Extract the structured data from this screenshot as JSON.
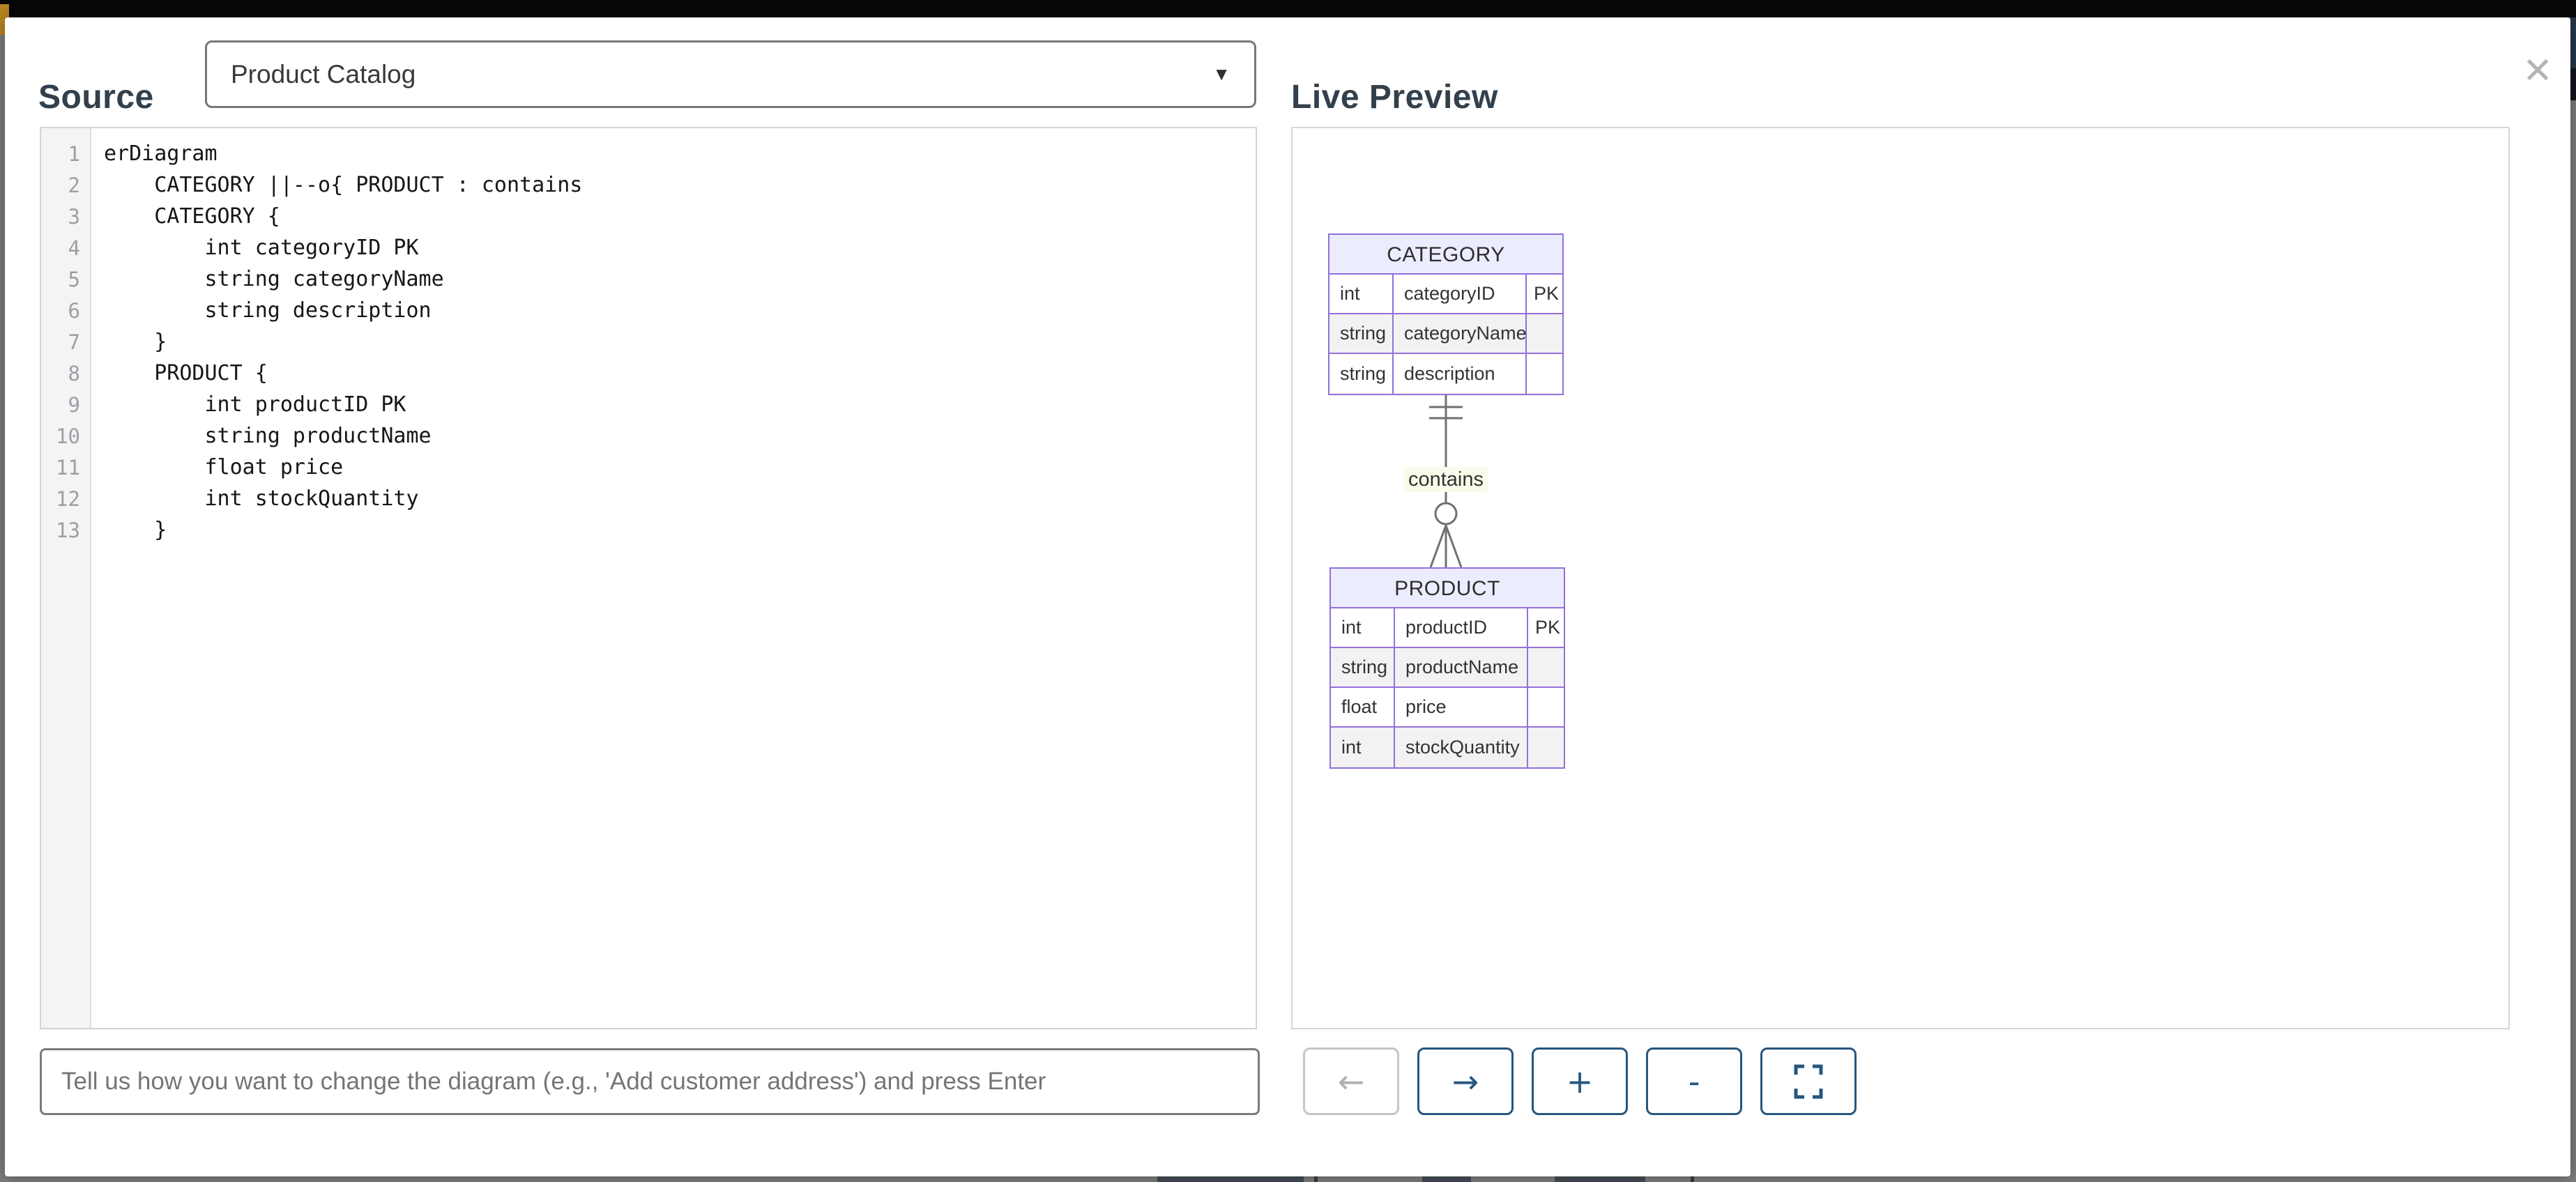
{
  "source": {
    "label": "Source",
    "dropdown_value": "Product Catalog",
    "dropdown_caret": "▼"
  },
  "editor": {
    "lines": [
      {
        "n": "1",
        "code": "erDiagram"
      },
      {
        "n": "2",
        "code": "    CATEGORY ||--o{ PRODUCT : contains"
      },
      {
        "n": "3",
        "code": "    CATEGORY {"
      },
      {
        "n": "4",
        "code": "        int categoryID PK"
      },
      {
        "n": "5",
        "code": "        string categoryName"
      },
      {
        "n": "6",
        "code": "        string description"
      },
      {
        "n": "7",
        "code": "    }"
      },
      {
        "n": "8",
        "code": "    PRODUCT {"
      },
      {
        "n": "9",
        "code": "        int productID PK"
      },
      {
        "n": "10",
        "code": "        string productName"
      },
      {
        "n": "11",
        "code": "        float price"
      },
      {
        "n": "12",
        "code": "        int stockQuantity"
      },
      {
        "n": "13",
        "code": "    }"
      }
    ]
  },
  "prompt": {
    "placeholder": "Tell us how you want to change the diagram (e.g., 'Add customer address') and press Enter"
  },
  "preview": {
    "title": "Live Preview",
    "close_glyph": "✕",
    "diagram": {
      "entities": [
        {
          "name": "CATEGORY",
          "rows": [
            [
              "int",
              "categoryID",
              "PK"
            ],
            [
              "string",
              "categoryName",
              ""
            ],
            [
              "string",
              "description",
              ""
            ]
          ]
        },
        {
          "name": "PRODUCT",
          "rows": [
            [
              "int",
              "productID",
              "PK"
            ],
            [
              "string",
              "productName",
              ""
            ],
            [
              "float",
              "price",
              ""
            ],
            [
              "int",
              "stockQuantity",
              ""
            ]
          ]
        }
      ],
      "relationship": {
        "from": "CATEGORY",
        "to": "PRODUCT",
        "label": "contains",
        "cardinality": "one to zero-or-many"
      }
    },
    "toolbar": [
      {
        "name": "undo",
        "icon": "←",
        "disabled": true
      },
      {
        "name": "redo",
        "icon": "→",
        "disabled": false
      },
      {
        "name": "zoom-in",
        "icon": "+",
        "disabled": false
      },
      {
        "name": "zoom-out",
        "icon": "-",
        "disabled": false
      },
      {
        "name": "fullscreen",
        "icon": "fullscreen-brackets",
        "disabled": false
      }
    ]
  },
  "colors": {
    "entity_border": "#9370DB",
    "entity_header_fill": "#ECECFF",
    "entity_alt_row": "#f2f2f2",
    "rel_label_bg": "#fbfbeb",
    "rel_line": "#707070",
    "button_accent": "#27567e",
    "heading_text": "#32404c"
  }
}
